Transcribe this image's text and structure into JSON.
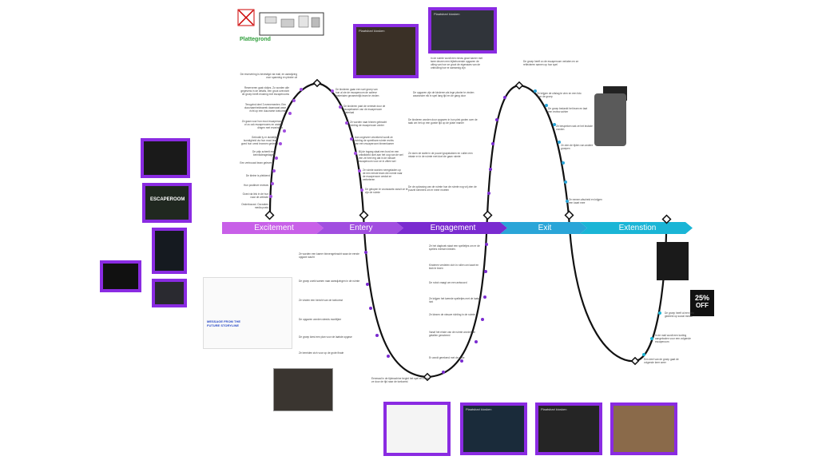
{
  "floorplan": {
    "title": "Plattegrond"
  },
  "stages": [
    {
      "label": "Excitement",
      "color": "#c860e8"
    },
    {
      "label": "Entery",
      "color": "#a14ee0"
    },
    {
      "label": "Engagement",
      "color": "#7a2bd0"
    },
    {
      "label": "Exit",
      "color": "#2aa5d8"
    },
    {
      "label": "Extenstion",
      "color": "#1ab5d6"
    }
  ],
  "thumbnails": {
    "top_entery_cap": "Plaatsbari kiosken",
    "top_engagement_cap": "Plaatsbari kiosken",
    "bottom_caps": [
      "",
      "Plaatsbari kiosken",
      "Plaatsbari kiosken",
      ""
    ],
    "escaperoom_text": "ESCAPEROOM",
    "message_text": "MESSAGE FROM THE FUTURE STORYLINE",
    "discount_value": "25%",
    "discount_word": "OFF"
  },
  "notes": {
    "excitement_left": [
      "De reservering is bevestigd via mail, en aanwijzing voor spanning en plezier uit",
      "Reserveren gaat vlotjes. Zo worden alle gegevens in de details, een groot overzicht de groep heeft ervaring met escaperooms",
      "Terugvind deel 3 evenementen. Een duurzaamheidsweek daarnaast waar richt op een duurzame toekomst",
      "Ze gaan voor hun mooi escaperoom of zo ook escaperooms en andere dingen met ervaringen",
      "Gebruikt ly er duidelijke kunstigheid via hun mooi team goed hun urest bronnen gedeeld",
      "De prijs scheelt met kennisdeagedagen",
      "Een vertrouwd team geleverd",
      "De kleine is plekkend",
      "Hun positieve reviews",
      "Goed via link in de hun naar de website",
      "Onderbouwd. Oorzaken media posts"
    ],
    "entery_right": [
      "De kinderen gaan een sort groep van hun al zie de escaperoom de actieve materialen gezamenlijk team te vinden",
      "De kinderen pakt de vereiste door de escapekamer van de escaperoom materiaal",
      "Ze worden naar binnen gebracht richting de escaperoom center",
      "Aan ongeveer verzekerd wordt ze richting de speelbare ruimte rechts van een escaperoom binnenkamer",
      "Bij de ingang staat een bord en een ontwikkeld doel aan het oog van de wel een ze heel erg dat in de nieuwe escaperoom voor ze in zitten wel",
      "Ze ruimte worden neergeladen op de een eerste team die ruimte naar de escaperoom omdat ze verbeteren",
      "De gelopen te voorwaarts vanuit ze te zijn de ruimte"
    ],
    "engagement_top": [
      "In de ruimte wordt een nieuw groot kamer met twee deuren een bijbehorende opgaven de uitleg van hoe ze groot de eigenaars van de onthulling hoe er aanwezig zijn",
      "De opgaven zijn de kinderen als lege plezier te vinden waaronder elk in spel lang tijd en de gang door",
      "De kinderen worden door opgaven in hun plek groten over de taak om het op een goede tijd op de juiste manier",
      "Ze doen de slotte in de puzzel grapstukken en vullen een missie er in de ruimte met doel de gaan ruimte",
      "De de oplossing van de ruimte hun de ruimte nog vrij zien de puzzel kenmerk om er meer moeten"
    ],
    "engagement_bottom": [
      "Ze het dagboek staat een spelletjes om er de spelers mensen bieden.",
      "Kinderen verdelen zich in rollen om kaart en klok te lezen",
      "De robot vraagt om een antwoord",
      "Ze krijgen het tweede spelletjes met de laatste hint",
      "Ze kiezen de nieuwe richting in de ruimte",
      "Vanaf het einde van de ruimte worden de getallen genoteerd",
      "Er wordt gerekend met de code"
    ],
    "exit_right": [
      "De groep heeft zo de escaperoom verlaten en ze reflecteren samen op hun spel",
      "Ze krijgen de uitslag te zien en een foto voor de groep",
      "De groep bedankt het team en laat een review achter",
      "Ze bespreken wat ze het leukste vonden",
      "Ze zien de tijden van andere groepen",
      "Ze nemen afscheid en krijgen een kaart mee"
    ],
    "extension_right": [
      "De groep heeft al een foto gedeeld op social media",
      "In de mail wordt een korting aangeboden voor een volgende escaperoom",
      "Een deel van de groep gaat de volgende keer weer"
    ],
    "lower_left": [
      "Ze worden een kamer binnengebracht waar de eerste opgave wacht",
      "De groep zoekt samen naar aanwijzingen in de ruimte",
      "Ze vinden een bericht van de toekomst",
      "De opgaven worden steeds moeilijker",
      "De groep kiest een plan voor de laatste opgave",
      "Ze bereiden zich voor op de grote finale"
    ],
    "bottom_center": "Eenmaal in de tijdmachine begint het spel en reizen ze door de tijd naar de toekomst"
  }
}
